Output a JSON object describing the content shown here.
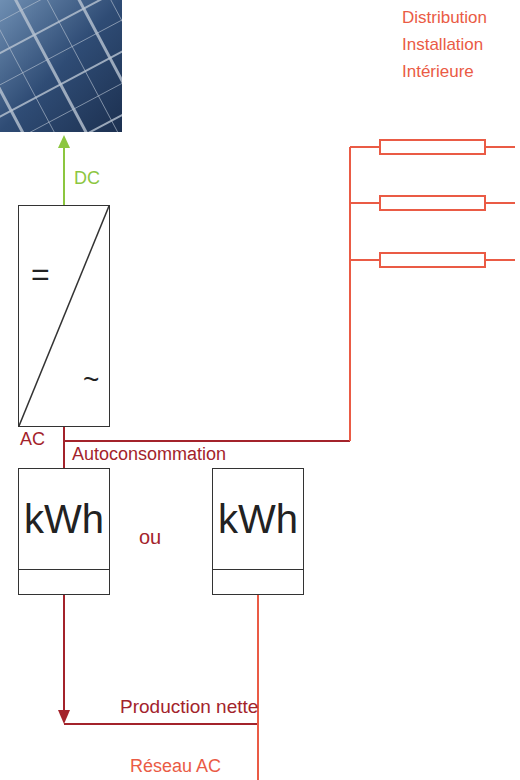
{
  "diagram": {
    "nodes": [
      {
        "text": [
          "=",
          "~"
        ]
      },
      {
        "text": [
          "kWh"
        ]
      },
      {
        "text": [
          "kWh"
        ]
      }
    ],
    "edges": [
      {
        "from": 0,
        "to": 1,
        "arrow": "none",
        "label": "AC"
      }
    ],
    "labels": [
      "Distribution Installation Intérieure",
      "DC",
      "Autoconsommation",
      "ou",
      "Production nette",
      "Réseau AC"
    ]
  }
}
